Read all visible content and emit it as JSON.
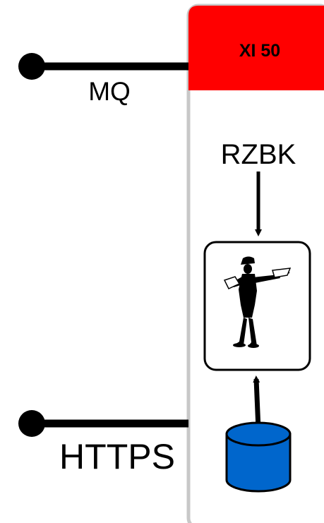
{
  "appliance": {
    "header_label": "XI 50",
    "header_color": "#ff0000",
    "body_color": "#ffffff",
    "border_color": "#c8c8c8"
  },
  "connections": [
    {
      "label": "MQ"
    },
    {
      "label": "HTTPS"
    }
  ],
  "component": {
    "label": "RZBK",
    "icon": "person-pointing-icon"
  },
  "datastore": {
    "icon": "database-cylinder-icon",
    "color": "#0066cc"
  }
}
